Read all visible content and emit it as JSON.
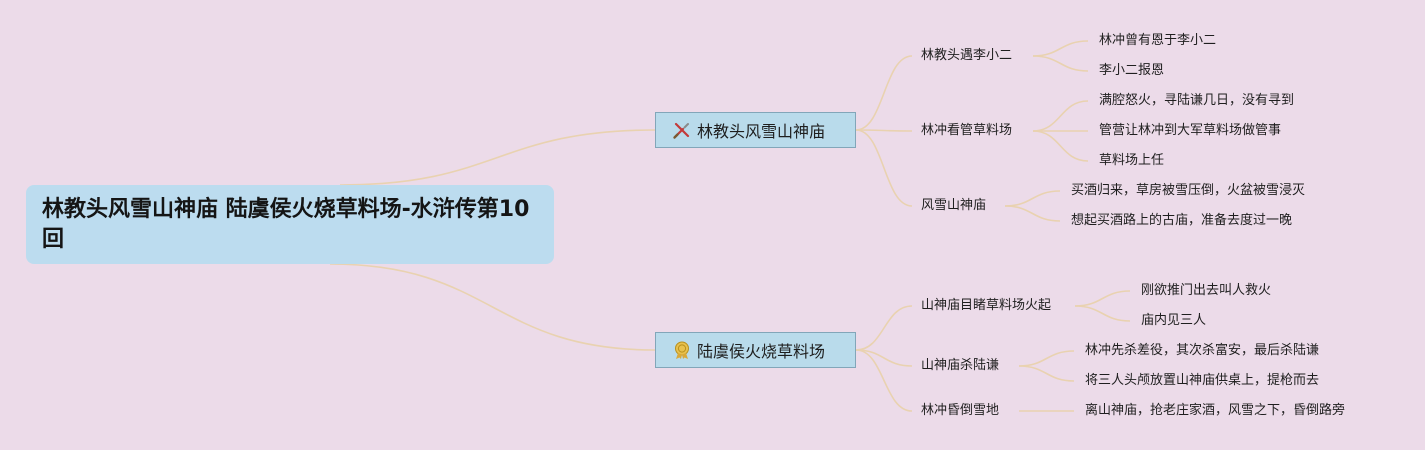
{
  "root": {
    "title": "林教头风雪山神庙 陆虞侯火烧草料场-水浒传第10回"
  },
  "branches": [
    {
      "label": "林教头风雪山神庙",
      "icon": "swords-icon",
      "children": [
        {
          "label": "林教头遇李小二",
          "children": [
            "林冲曾有恩于李小二",
            "李小二报恩"
          ]
        },
        {
          "label": "林冲看管草料场",
          "children": [
            "满腔怒火，寻陆谦几日，没有寻到",
            "管营让林冲到大军草料场做管事",
            "草料场上任"
          ]
        },
        {
          "label": "风雪山神庙",
          "children": [
            "买酒归来，草房被雪压倒，火盆被雪浸灭",
            "想起买酒路上的古庙，准备去度过一晚"
          ]
        }
      ]
    },
    {
      "label": "陆虞侯火烧草料场",
      "icon": "medal-icon",
      "children": [
        {
          "label": "山神庙目睹草料场火起",
          "children": [
            "刚欲推门出去叫人救火",
            "庙内见三人"
          ]
        },
        {
          "label": "山神庙杀陆谦",
          "children": [
            "林冲先杀差役，其次杀富安，最后杀陆谦",
            "将三人头颅放置山神庙供桌上，提枪而去"
          ]
        },
        {
          "label": "林冲昏倒雪地",
          "children": [
            "离山神庙，抢老庄家酒，风雪之下，昏倒路旁"
          ]
        }
      ]
    }
  ],
  "colors": {
    "background": "#ecdbe9",
    "root_fill": "#bcdcef",
    "branch_fill": "#b9dbeb",
    "branch_border": "#82a6b9",
    "connector": "#e9d2b0"
  }
}
